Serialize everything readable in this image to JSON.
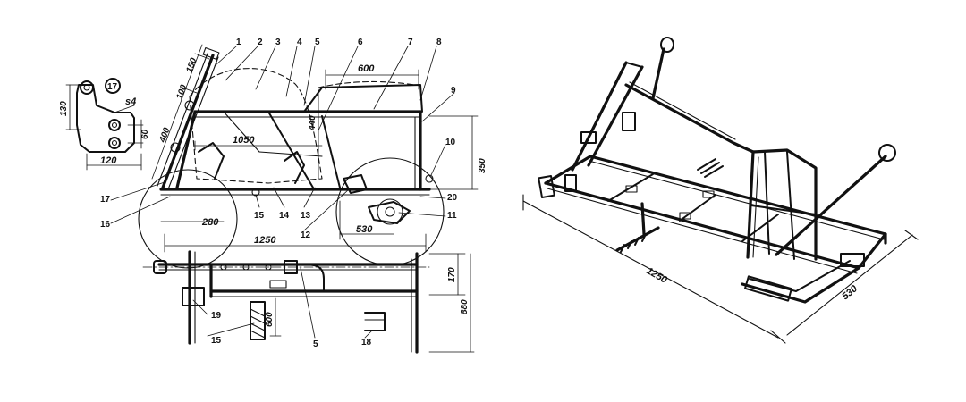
{
  "side_view": {
    "callouts_top": [
      "1",
      "2",
      "3",
      "4",
      "5",
      "6",
      "7",
      "8",
      "9"
    ],
    "callouts_right": [
      "10",
      "20",
      "11"
    ],
    "callouts_bottom": [
      "17",
      "16",
      "15",
      "14",
      "13",
      "12"
    ],
    "dimensions": {
      "d150": "150",
      "d100": "100",
      "d400": "400",
      "d600_top": "600",
      "d440": "440",
      "d350": "350",
      "d1050": "1050",
      "d280": "280",
      "d530_side": "530",
      "d1250_side": "1250"
    }
  },
  "bracket_detail": {
    "badge": "17",
    "label_s4": "s4",
    "d130": "130",
    "d60": "60",
    "d120": "120"
  },
  "plan_view": {
    "callouts": [
      "5",
      "19",
      "15",
      "18"
    ],
    "dimensions": {
      "d170": "170",
      "d880": "880",
      "d600": "600"
    }
  },
  "iso_view": {
    "dimensions": {
      "d1250": "1250",
      "d530": "530"
    }
  }
}
